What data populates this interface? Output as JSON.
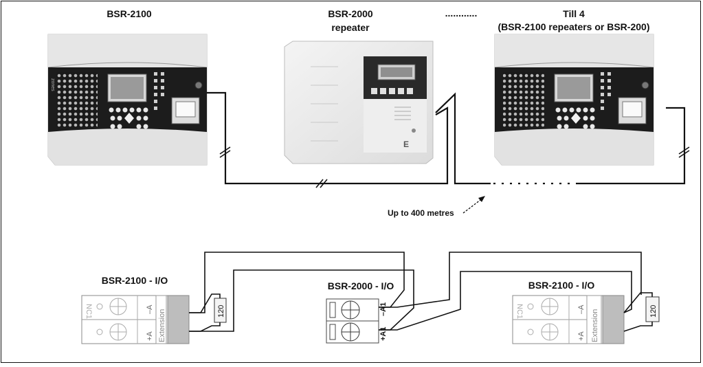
{
  "titles": {
    "bsr2100_left": "BSR-2100",
    "bsr2000_line1": "BSR-2000",
    "bsr2000_line2": "repeater",
    "dots": "............",
    "till4_line1": "Till 4",
    "till4_line2": "(BSR-2100 repeaters or BSR-200)"
  },
  "annotation": {
    "distance": "Up to 400 metres"
  },
  "io": {
    "left_title": "BSR-2100 - I/O",
    "middle_title": "BSR-2000 - I/O",
    "right_title": "BSR-2100 - I/O",
    "resistor": "120",
    "terminal_minus_a": "–A",
    "terminal_plus_a": "+A",
    "extension": "Extension",
    "terminal_minus_a1": "–A1",
    "terminal_plus_a1": "+A1",
    "nc": "NC1"
  },
  "panel_text": {
    "zones": "zones"
  }
}
